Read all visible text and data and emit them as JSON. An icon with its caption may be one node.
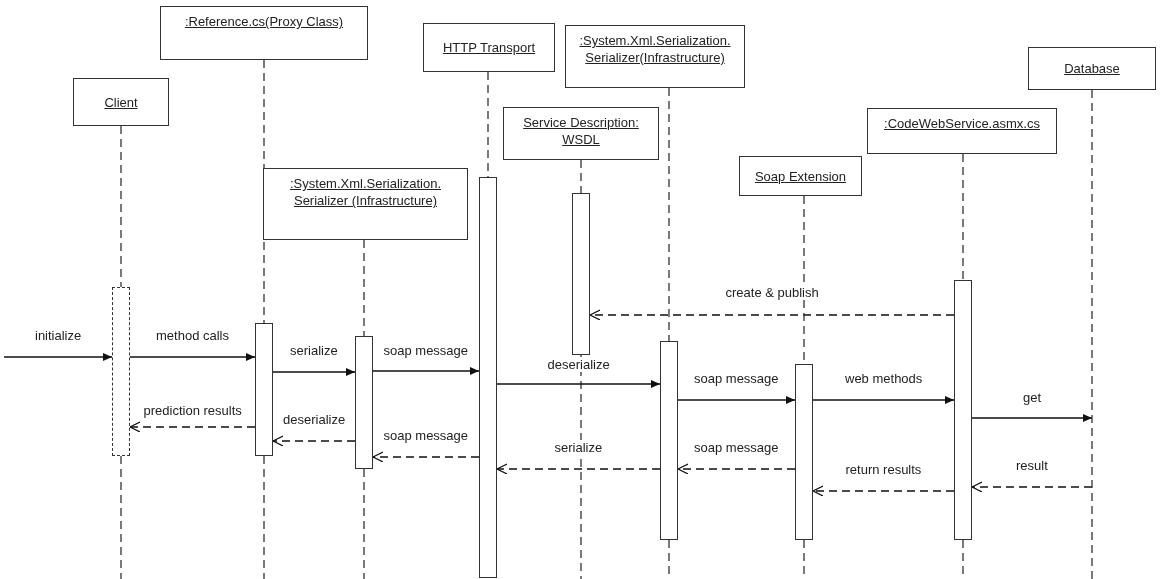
{
  "diagram": {
    "nodes": [
      {
        "text": [
          "Client"
        ]
      },
      {
        "text": [
          ":Reference.cs(Proxy Class)"
        ]
      },
      {
        "text": [
          ":System.Xml.Serialization. Serializer (Infrastructure)"
        ]
      },
      {
        "text": [
          "HTTP Transport"
        ]
      },
      {
        "text": [
          "Service Description: WSDL"
        ]
      },
      {
        "text": [
          ":System.Xml.Serialization. Serializer(Infrastructure)"
        ]
      },
      {
        "text": [
          "Soap Extension"
        ]
      },
      {
        "text": [
          ":CodeWebService.asmx.cs"
        ]
      },
      {
        "text": [
          "Database"
        ]
      },
      {
        "text": [],
        "shape": "bar"
      },
      {
        "text": [],
        "shape": "bar"
      },
      {
        "text": [],
        "shape": "bar"
      },
      {
        "text": [],
        "shape": "bar"
      },
      {
        "text": [],
        "shape": "bar"
      },
      {
        "text": [],
        "shape": "bar"
      },
      {
        "text": [],
        "shape": "bar"
      },
      {
        "text": [],
        "shape": "bar"
      }
    ],
    "edges": [
      {
        "from": 16,
        "to": 13,
        "arrow": "to",
        "label": "create & publish",
        "style": "dashed"
      },
      {
        "from": null,
        "to": 9,
        "arrow": "to",
        "label": "initialize"
      },
      {
        "from": 9,
        "to": 10,
        "arrow": "to",
        "label": "method calls"
      },
      {
        "from": 10,
        "to": 11,
        "arrow": "to",
        "label": "serialize"
      },
      {
        "from": 11,
        "to": 12,
        "arrow": "to",
        "label": "soap message"
      },
      {
        "from": 12,
        "to": 14,
        "arrow": "to",
        "label": "deserialize"
      },
      {
        "from": 14,
        "to": 15,
        "arrow": "to",
        "label": "soap message"
      },
      {
        "from": 15,
        "to": 16,
        "arrow": "to",
        "label": "web methods"
      },
      {
        "from": 16,
        "to": 8,
        "arrow": "to",
        "label": "get"
      },
      {
        "from": 10,
        "to": 9,
        "arrow": "to",
        "label": "prediction results",
        "style": "dashed"
      },
      {
        "from": 11,
        "to": 10,
        "arrow": "to",
        "label": "deserialize",
        "style": "dashed"
      },
      {
        "from": 12,
        "to": 11,
        "arrow": "to",
        "label": "soap message",
        "style": "dashed"
      },
      {
        "from": 14,
        "to": 12,
        "arrow": "to",
        "label": "serialize",
        "style": "dashed"
      },
      {
        "from": 15,
        "to": 14,
        "arrow": "to",
        "label": "soap message",
        "style": "dashed"
      },
      {
        "from": 16,
        "to": 15,
        "arrow": "to",
        "label": "return results",
        "style": "dashed"
      },
      {
        "from": 8,
        "to": 16,
        "arrow": "to",
        "label": "result",
        "style": "dashed"
      },
      {
        "from": 0,
        "to": 9,
        "arrow": "none",
        "style": "dashed"
      },
      {
        "from": 1,
        "to": 10,
        "arrow": "none",
        "style": "dashed"
      },
      {
        "from": 2,
        "to": 11,
        "arrow": "none",
        "style": "dashed"
      },
      {
        "from": 3,
        "to": 12,
        "arrow": "none",
        "style": "dashed"
      },
      {
        "from": 4,
        "to": 13,
        "arrow": "none",
        "style": "dashed"
      },
      {
        "from": 5,
        "to": 14,
        "arrow": "none",
        "style": "dashed"
      },
      {
        "from": 6,
        "to": 15,
        "arrow": "none",
        "style": "dashed"
      },
      {
        "from": 7,
        "to": 16,
        "arrow": "none",
        "style": "dashed"
      }
    ]
  }
}
